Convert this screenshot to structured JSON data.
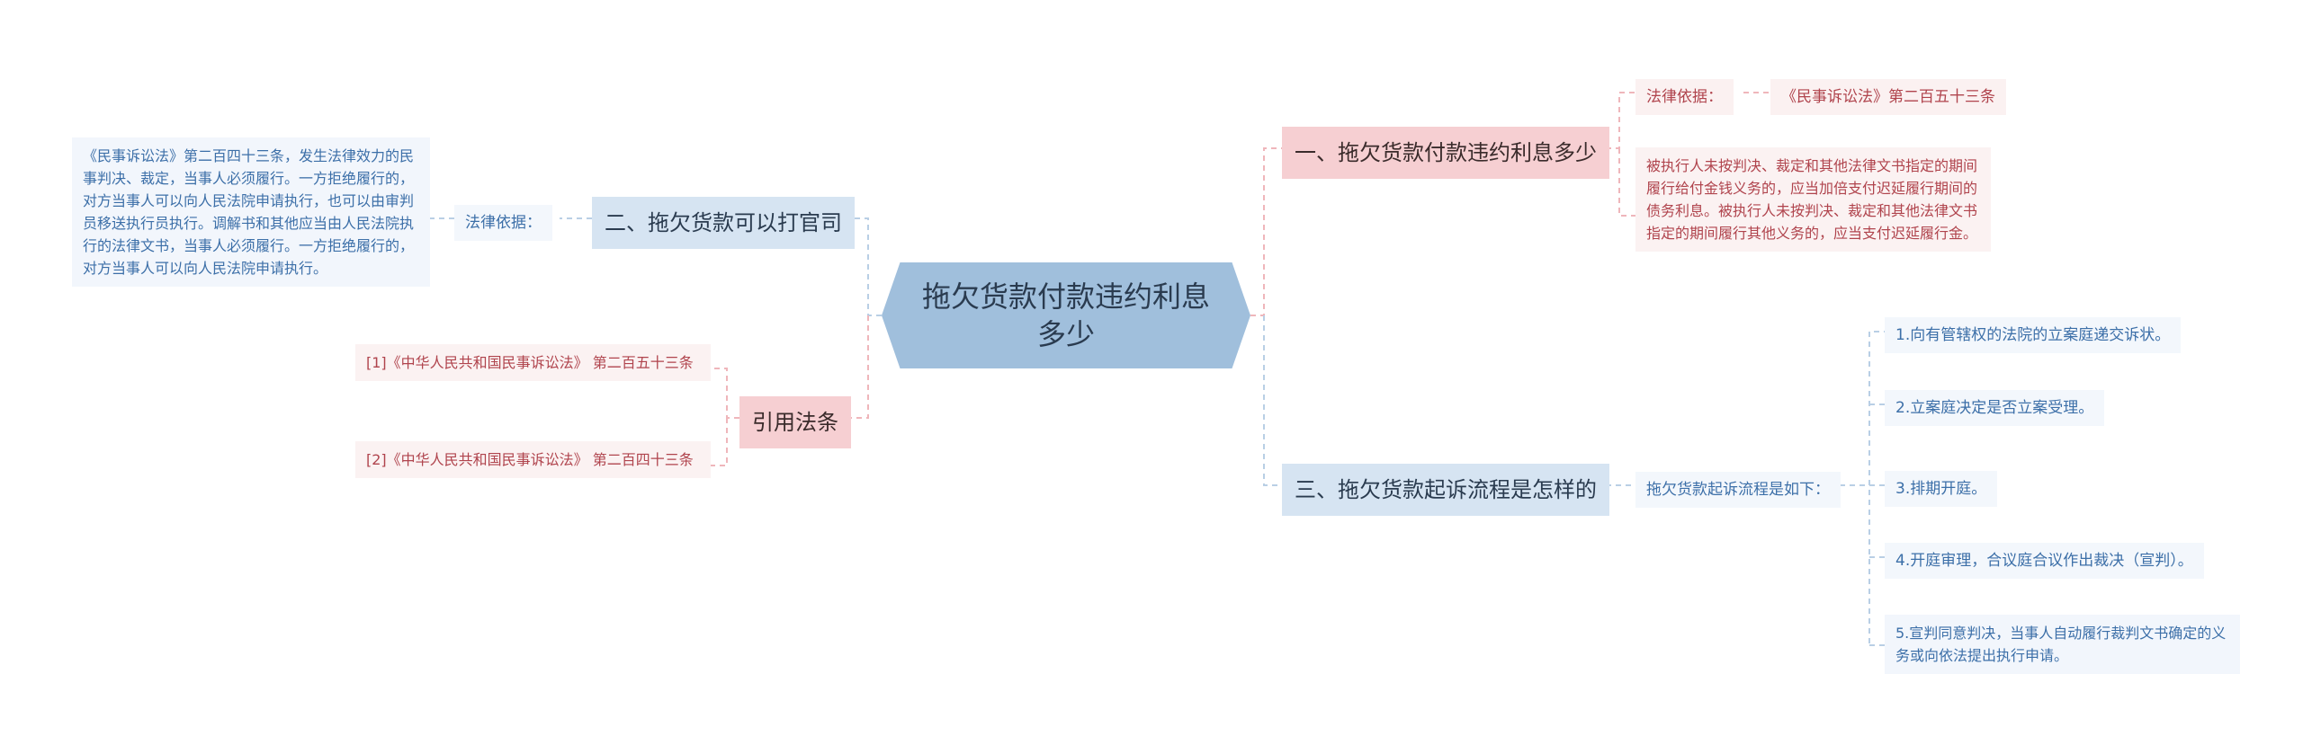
{
  "root": "拖欠货款付款违约利息多少",
  "branches": {
    "b1": {
      "title": "一、拖欠货款付款违约利息多少",
      "basis_label": "法律依据：",
      "basis_value": "《民事诉讼法》第二百五十三条",
      "text": "被执行人未按判决、裁定和其他法律文书指定的期间履行给付金钱义务的，应当加倍支付迟延履行期间的债务利息。被执行人未按判决、裁定和其他法律文书指定的期间履行其他义务的，应当支付迟延履行金。"
    },
    "b2": {
      "title": "二、拖欠货款可以打官司",
      "basis_label": "法律依据：",
      "text": "《民事诉讼法》第二百四十三条，发生法律效力的民事判决、裁定，当事人必须履行。一方拒绝履行的，对方当事人可以向人民法院申请执行，也可以由审判员移送执行员执行。调解书和其他应当由人民法院执行的法律文书，当事人必须履行。一方拒绝履行的，对方当事人可以向人民法院申请执行。"
    },
    "b3": {
      "title": "三、拖欠货款起诉流程是怎样的",
      "label": "拖欠货款起诉流程是如下：",
      "steps": [
        "1.向有管辖权的法院的立案庭递交诉状。",
        "2.立案庭决定是否立案受理。",
        "3.排期开庭。",
        "4.开庭审理，合议庭合议作出裁决（宣判）。",
        "5.宣判同意判决，当事人自动履行裁判文书确定的义务或向依法提出执行申请。"
      ]
    },
    "b4": {
      "title": "引用法条",
      "refs": [
        "[1]《中华人民共和国民事诉讼法》 第二百五十三条",
        "[2]《中华人民共和国民事诉讼法》 第二百四十三条"
      ]
    }
  },
  "colors": {
    "root": "#a0bfdc",
    "pink": "#f6cfd2",
    "blue": "#d6e4f2",
    "line_pink": "#efb6bb",
    "line_blue": "#b9cfe5"
  }
}
